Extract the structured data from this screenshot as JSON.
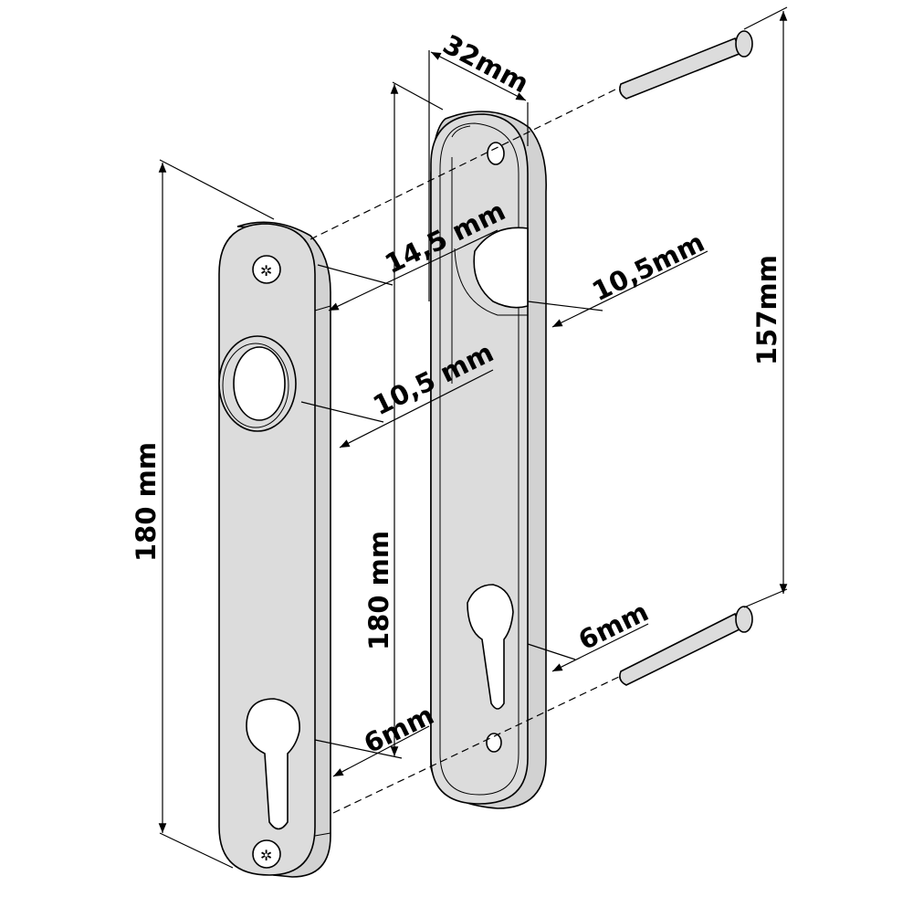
{
  "labels": {
    "width_32": "32mm",
    "depth_14_5": "14,5 mm",
    "depth_10_5_left": "10,5 mm",
    "depth_10_5_right": "10,5mm",
    "height_157": "157mm",
    "height_180_left": "180 mm",
    "height_180_middle": "180 mm",
    "offset_6_left": "6mm",
    "offset_6_right": "6mm"
  },
  "colors": {
    "plate_fill": "#dcdcdc",
    "line": "#000000",
    "background": "#ffffff"
  }
}
